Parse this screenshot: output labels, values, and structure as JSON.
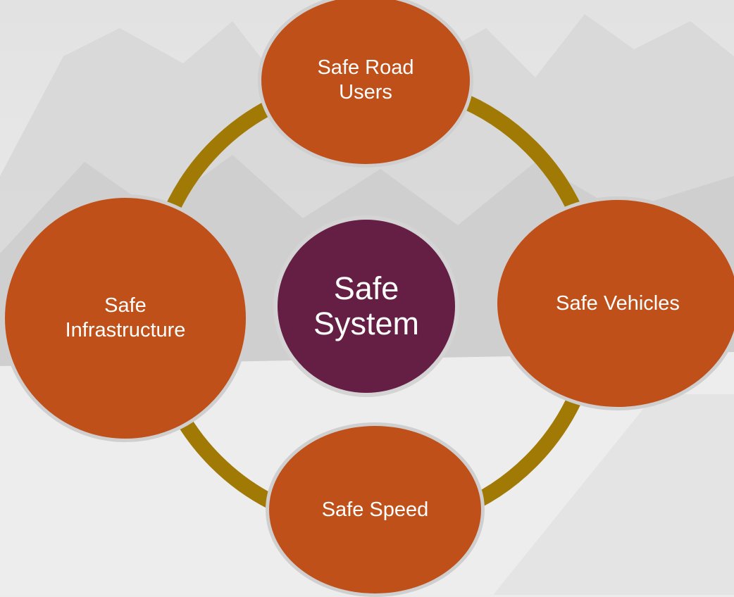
{
  "diagram": {
    "center": {
      "label": "Safe\nSystem"
    },
    "nodes": [
      {
        "id": "top",
        "label": "Safe Road\nUsers"
      },
      {
        "id": "right",
        "label": "Safe Vehicles"
      },
      {
        "id": "bottom",
        "label": "Safe Speed"
      },
      {
        "id": "left",
        "label": "Safe\nInfrastructure"
      }
    ]
  },
  "colors": {
    "node_fill": "#c0501a",
    "center_fill": "#651f45",
    "ring": "#a07a05",
    "border": "#cfcfcf",
    "background": "#ececec"
  }
}
